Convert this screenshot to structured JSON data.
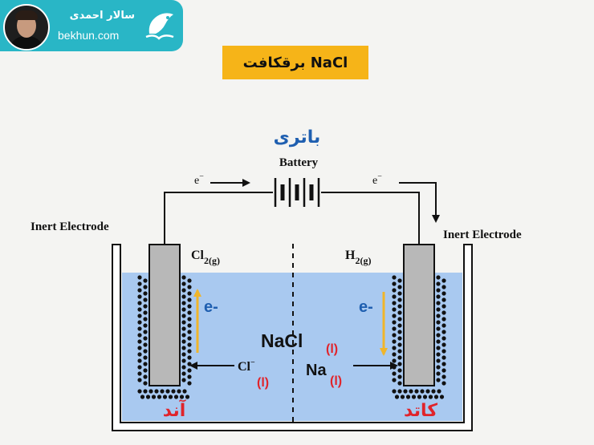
{
  "header": {
    "author_name": "سالار احمدی",
    "site": "bekhun.com",
    "logo_icon": "bekhun-logo-icon"
  },
  "title": "برقکافت NaCl",
  "battery": {
    "label_fa": "باتری",
    "label_en": "Battery",
    "electron_left": "e",
    "electron_right": "e",
    "electron_sup": "−"
  },
  "electrodes": {
    "left_label": "Inert Electrode",
    "right_label": "Inert Electrode"
  },
  "gases": {
    "left_main": "Cl",
    "left_sub": "2(g)",
    "right_main": "H",
    "right_sub": "2(g)"
  },
  "solution": {
    "main": "NaCl",
    "state": "(l)",
    "electron_left": "e-",
    "electron_right": "e-",
    "anion_main": "Cl",
    "anion_sup": "−",
    "anion_state": "(l)",
    "cation_main": "Na",
    "cation_state": "(l)"
  },
  "poles": {
    "anode": "آند",
    "cathode": "کاتد"
  },
  "colors": {
    "accent": "#29b6c6",
    "title_bg": "#f6b418",
    "solution": "#a9c9f0",
    "electrode": "#b8b8b8",
    "blue_text": "#1f5fb0",
    "red_text": "#e0242b",
    "electron_arrow": "#f0b52a"
  }
}
